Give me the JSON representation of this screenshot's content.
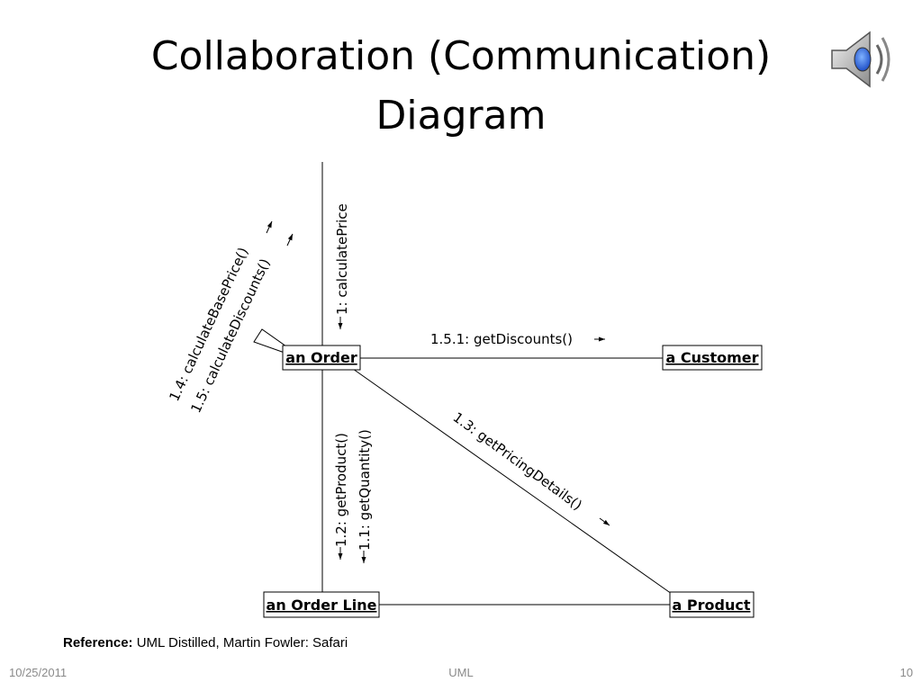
{
  "slide": {
    "title_line1": "Collaboration (Communication)",
    "title_line2": "Diagram",
    "speaker_icon": "speaker-icon"
  },
  "diagram": {
    "objects": {
      "order": "an Order",
      "customer": "a Customer",
      "order_line": "an Order Line",
      "product": "a Product"
    },
    "messages": {
      "calculate_price": "1: calculatePrice",
      "calc_base_price": "1.4: calculateBasePrice()",
      "calc_discounts": "1.5: calculateDiscounts()",
      "get_discounts": "1.5.1: getDiscounts()",
      "get_pricing_details": "1.3: getPricingDetails()",
      "get_product": "1.2: getProduct()",
      "get_quantity": "1.1: getQuantity()"
    }
  },
  "reference": {
    "label": "Reference:",
    "text": "UML Distilled, Martin Fowler: Safari"
  },
  "footer": {
    "date": "10/25/2011",
    "center": "UML",
    "page": "10"
  }
}
